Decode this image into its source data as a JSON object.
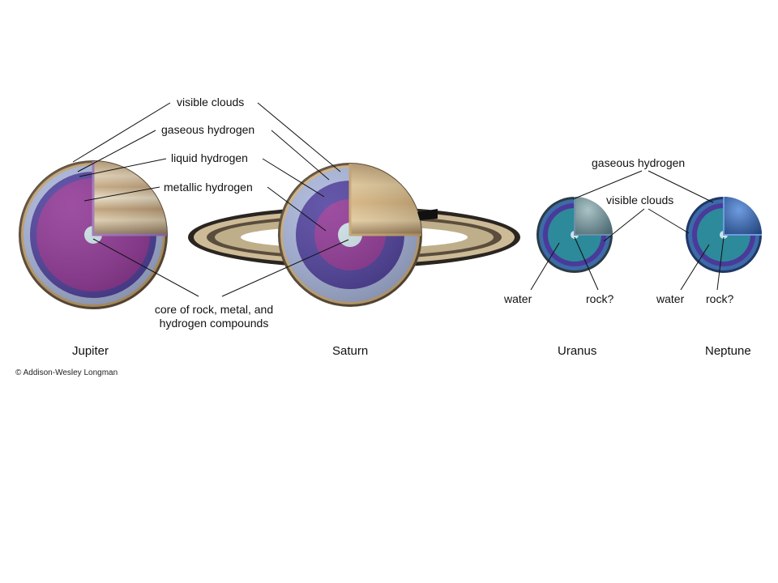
{
  "labels": {
    "jupiter_saturn": {
      "visible_clouds": "visible clouds",
      "gaseous_hydrogen": "gaseous hydrogen",
      "liquid_hydrogen": "liquid hydrogen",
      "metallic_hydrogen": "metallic hydrogen",
      "core_line1": "core of rock, metal, and",
      "core_line2": "hydrogen compounds"
    },
    "ice_giants": {
      "gaseous_hydrogen": "gaseous hydrogen",
      "visible_clouds": "visible clouds",
      "uranus_water": "water",
      "uranus_rock": "rock?",
      "neptune_water": "water",
      "neptune_rock": "rock?"
    }
  },
  "planets": [
    "Jupiter",
    "Saturn",
    "Uranus",
    "Neptune"
  ],
  "credit": "© Addison-Wesley Longman",
  "colors": {
    "clouds": "#c9a46a",
    "gaseous_hydrogen": "#a7b4dc",
    "liquid_hydrogen": "#4a3a9a",
    "metallic_hydrogen": "#8c2f91",
    "core": "#cde3ea",
    "water": "#2c8a9a",
    "ice_gaseous": "#3d6aa8"
  }
}
